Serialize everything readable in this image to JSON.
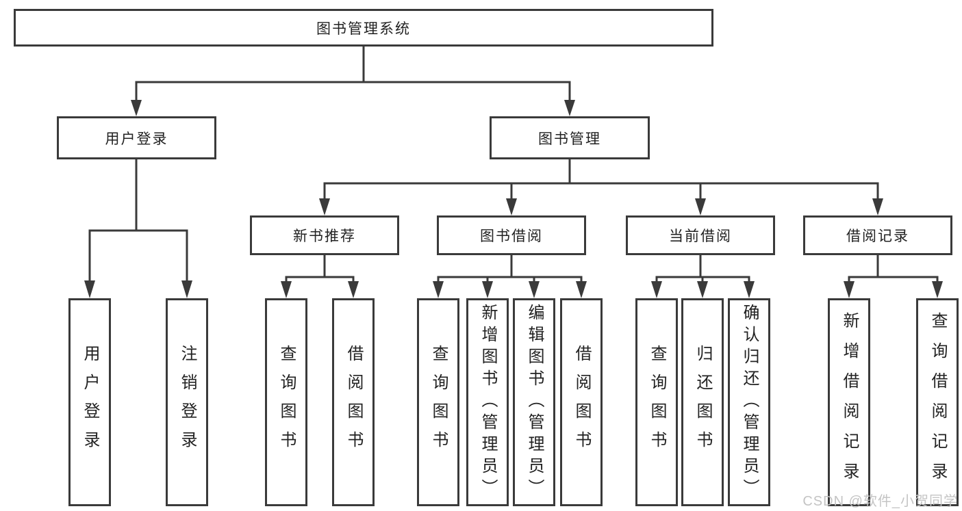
{
  "diagram_type": "tree",
  "tree": {
    "root": "图书管理系统",
    "branches": [
      {
        "label": "用户登录",
        "children": [
          {
            "label": "用户登录"
          },
          {
            "label": "注销登录"
          }
        ]
      },
      {
        "label": "图书管理",
        "children": [
          {
            "label": "新书推荐",
            "children": [
              {
                "label": "查询图书"
              },
              {
                "label": "借阅图书"
              }
            ]
          },
          {
            "label": "图书借阅",
            "children": [
              {
                "label": "查询图书"
              },
              {
                "label": "新增图书（管理员）"
              },
              {
                "label": "编辑图书（管理员）"
              },
              {
                "label": "借阅图书"
              }
            ]
          },
          {
            "label": "当前借阅",
            "children": [
              {
                "label": "查询图书"
              },
              {
                "label": "归还图书"
              },
              {
                "label": "确认归还（管理员）"
              }
            ]
          },
          {
            "label": "借阅记录",
            "children": [
              {
                "label": "新增借阅记录"
              },
              {
                "label": "查询借阅记录"
              }
            ]
          }
        ]
      }
    ]
  },
  "watermark": {
    "text": "CSDN @软件_小贺同学"
  },
  "colors": {
    "line": "#3a3a3a",
    "text": "#222222",
    "watermark": "#c4c4c4",
    "background": "#ffffff"
  }
}
